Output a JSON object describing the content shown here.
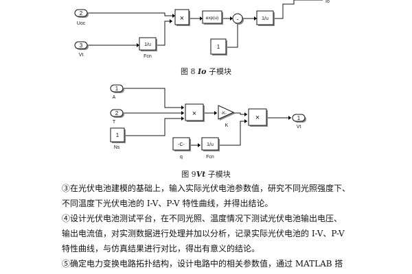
{
  "figure8": {
    "ports": {
      "p2_num": "2",
      "p2_name": "Uoc",
      "p3_num": "3",
      "p3_name": "Vt"
    },
    "blocks": {
      "product": "×",
      "exp": "exp(u)",
      "sum_sign": "-",
      "recip": "1/u",
      "const": "1",
      "fcn_expr": "1/u",
      "fcn_name": "Fcn",
      "out_label": "Io"
    },
    "caption_prefix": "图 8 ",
    "caption_var": "Io",
    "caption_suffix": " 子模块"
  },
  "figure9": {
    "ports": {
      "p1_num": "1",
      "p1_name": "A",
      "p2_num": "2",
      "p2_name": "T",
      "ns_value": "1",
      "ns_name": "Ns",
      "out_num": "1",
      "out_name": "Vt"
    },
    "blocks": {
      "product1": "×",
      "gain_expr": "-K-",
      "gain_name": "K",
      "product2": "×",
      "q_expr": "-C-",
      "q_name": "q",
      "fcn_expr": "1/u",
      "fcn_name": "Fcn"
    },
    "caption_prefix": "图 9",
    "caption_var": "Vt",
    "caption_suffix": " 子模块"
  },
  "body": {
    "lines": [
      "③在光伏电池建模的基础上，输入实际光伏电池参数值，研究不同光照强度下、",
      "不同温度下光伏电池的 I-V、P-V 特性曲线，并得出结论。",
      "④设计光伏电池测试平台，在不同光照、温度情况下测试光伏电池输出电压、",
      "输出电流值，对实测数据进行处理并加以分析，记录实际光伏电池的 I-V、P-V",
      "特性曲线，与仿真结果进行对比，得出有意义的结论。",
      "⑤确定电力变换电路拓扑结构，设计电路中的相关参数值，通过 MATLAB 搭"
    ]
  }
}
